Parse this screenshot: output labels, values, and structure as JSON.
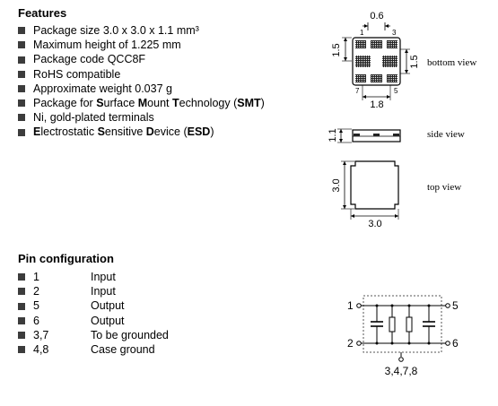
{
  "features": {
    "heading": "Features",
    "items": [
      {
        "text": "Package size 3.0 x 3.0 x 1.1 mm³"
      },
      {
        "text": "Maximum height of 1.225 mm"
      },
      {
        "text": "Package code QCC8F"
      },
      {
        "text": "RoHS compatible"
      },
      {
        "text": "Approximate weight 0.037 g"
      },
      {
        "parts": [
          {
            "t": "Package for ",
            "b": false
          },
          {
            "t": "S",
            "b": true
          },
          {
            "t": "urface ",
            "b": false
          },
          {
            "t": "M",
            "b": true
          },
          {
            "t": "ount ",
            "b": false
          },
          {
            "t": "T",
            "b": true
          },
          {
            "t": "echnology (",
            "b": false
          },
          {
            "t": "SMT",
            "b": true
          },
          {
            "t": ")",
            "b": false
          }
        ]
      },
      {
        "text": "Ni, gold-plated terminals"
      },
      {
        "parts": [
          {
            "t": "E",
            "b": true
          },
          {
            "t": "lectrostatic ",
            "b": false
          },
          {
            "t": "S",
            "b": true
          },
          {
            "t": "ensitive ",
            "b": false
          },
          {
            "t": "D",
            "b": true
          },
          {
            "t": "evice (",
            "b": false
          },
          {
            "t": "ESD",
            "b": true
          },
          {
            "t": ")",
            "b": false
          }
        ]
      }
    ]
  },
  "pin_configuration": {
    "heading": "Pin configuration",
    "pins": [
      {
        "pin": "1",
        "function": "Input"
      },
      {
        "pin": "2",
        "function": "Input"
      },
      {
        "pin": "5",
        "function": "Output"
      },
      {
        "pin": "6",
        "function": "Output"
      },
      {
        "pin": "3,7",
        "function": "To be grounded"
      },
      {
        "pin": "4,8",
        "function": "Case ground"
      }
    ]
  },
  "drawing": {
    "bottom_view": {
      "label": "bottom view",
      "dim_top": "0.6",
      "dim_left": "1.5",
      "dim_right": "1.5",
      "dim_bottom": "1.8",
      "pin_1": "1",
      "pin_3": "3",
      "pin_5": "5",
      "pin_7": "7"
    },
    "side_view": {
      "label": "side view",
      "dim_height": "1.1"
    },
    "top_view": {
      "label": "top view",
      "dim_side": "3.0",
      "dim_bottom": "3.0"
    },
    "schematic": {
      "pin_1": "1",
      "pin_2": "2",
      "pin_5": "5",
      "pin_6": "6",
      "ground_pins": "3,4,7,8"
    },
    "colors": {
      "line": "#000000",
      "bullet": "#3c3c3c",
      "dashed": "#555555"
    }
  }
}
